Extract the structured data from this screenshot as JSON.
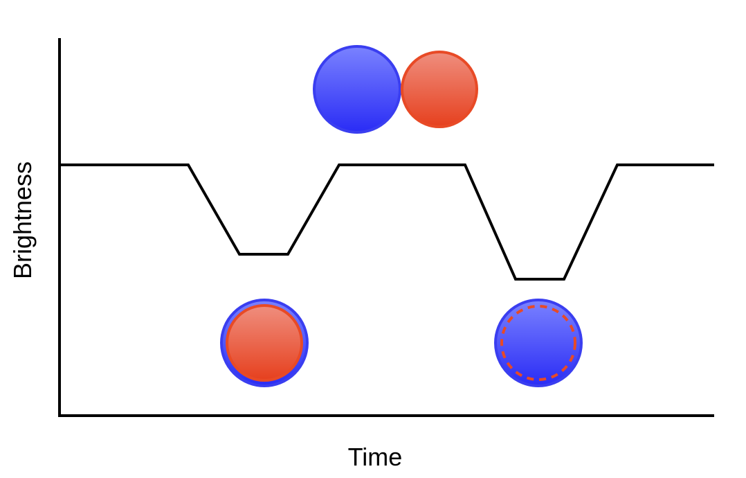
{
  "labels": {
    "x_axis": "Time",
    "y_axis": "Brightness"
  },
  "colors": {
    "axis": "#000000",
    "curve": "#000000",
    "blue_fill_top": "#7a82ff",
    "blue_fill_bottom": "#2a2cf5",
    "blue_stroke": "#3a3ef0",
    "red_fill_top": "#ef8e7e",
    "red_fill_bottom": "#e6401e",
    "red_stroke": "#e84a26"
  },
  "icons": {
    "top_pair": "blue-star-beside-red-star",
    "first_dip": "red-star-in-front-of-blue-star",
    "second_dip": "red-star-behind-blue-star"
  }
}
